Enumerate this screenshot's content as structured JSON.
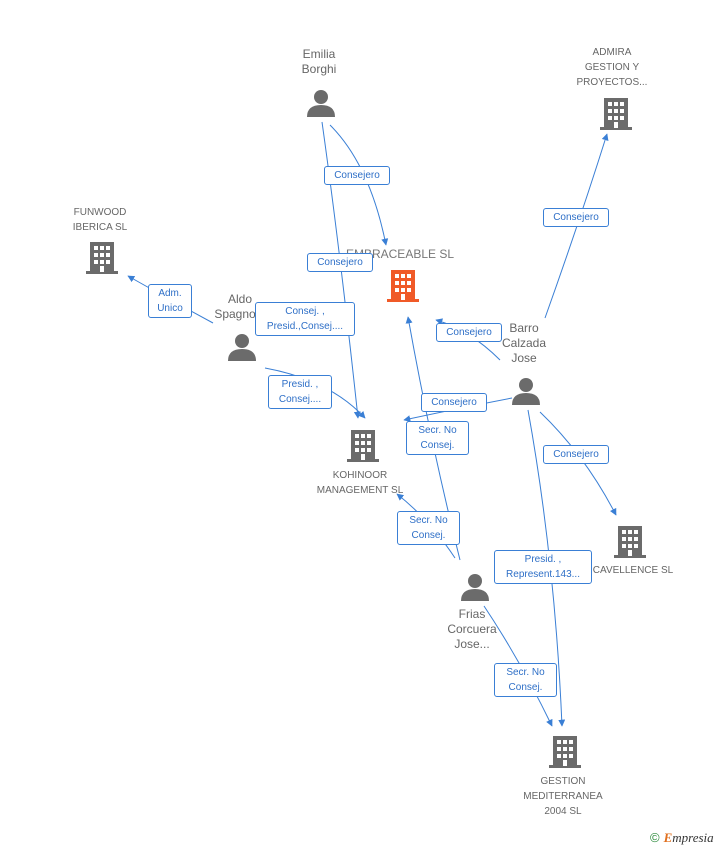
{
  "nodes": {
    "emilia": {
      "label": "Emilia\nBorghi"
    },
    "admira": {
      "label": "ADMIRA\nGESTION Y\nPROYECTOS..."
    },
    "funwood": {
      "label": "FUNWOOD\nIBERICA SL"
    },
    "embraceable": {
      "label": "EMBRACEABLE SL"
    },
    "aldo": {
      "label": "Aldo\nSpagno..."
    },
    "barro": {
      "label": "Barro\nCalzada\nJose"
    },
    "kohinoor": {
      "label": "KOHINOOR\nMANAGEMENT SL"
    },
    "cavellence": {
      "label": "CAVELLENCE SL"
    },
    "frias": {
      "label": "Frias\nCorcuera\nJose..."
    },
    "gestion": {
      "label": "GESTION\nMEDITERRANEA\n2004 SL"
    }
  },
  "edges": [
    {
      "id": "e1",
      "label": "Consejero"
    },
    {
      "id": "e2",
      "label": "Consejero"
    },
    {
      "id": "e3",
      "label": "Consejero"
    },
    {
      "id": "e4",
      "label": "Adm.\nUnico"
    },
    {
      "id": "e5",
      "label": "Consej. ,\nPresid.,Consej...."
    },
    {
      "id": "e6",
      "label": "Presid. ,\nConsej...."
    },
    {
      "id": "e7",
      "label": "Consejero"
    },
    {
      "id": "e8",
      "label": "Consejero"
    },
    {
      "id": "e9",
      "label": "Secr.  No\nConsej."
    },
    {
      "id": "e10",
      "label": "Consejero"
    },
    {
      "id": "e11",
      "label": "Secr.  No\nConsej."
    },
    {
      "id": "e12",
      "label": "Presid. ,\nRepresent.143..."
    },
    {
      "id": "e13",
      "label": "Secr.  No\nConsej."
    }
  ],
  "colors": {
    "edge": "#3a7fd5",
    "node_icon": "#6b6b6b",
    "main_icon": "#f05a28"
  },
  "brand": {
    "copyright": "©",
    "first_letter": "E",
    "rest": "mpresia"
  }
}
